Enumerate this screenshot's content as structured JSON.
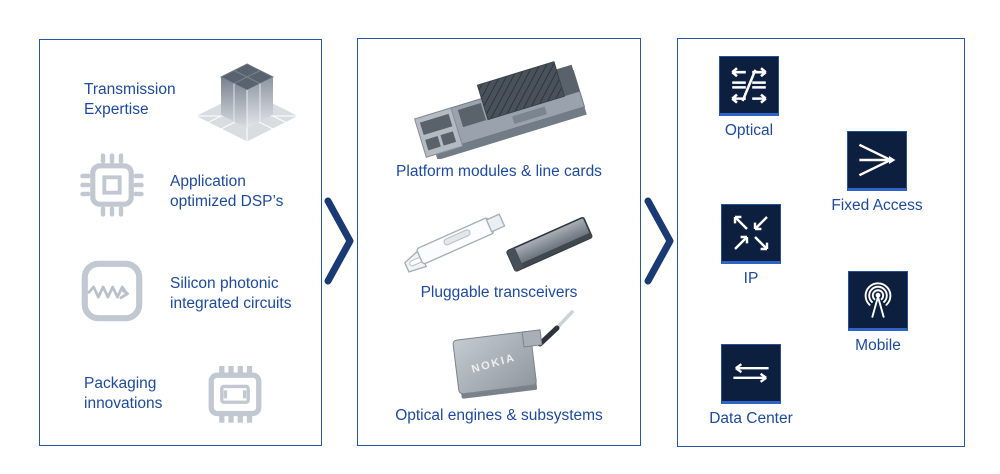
{
  "colors": {
    "panel_border": "#2457a4",
    "text_blue": "#1d4aa1",
    "tile_navy": "#0d1f3f",
    "chevron_blue": "#1a3a74",
    "icon_gray": "#c2c8d1"
  },
  "left_panel": {
    "items": [
      {
        "label": "Transmission Expertise",
        "icon": "cube-pyramid-icon"
      },
      {
        "label": "Application optimized DSP’s",
        "icon": "chip-icon"
      },
      {
        "label": "Silicon photonic integrated circuits",
        "icon": "photonic-waveguide-icon"
      },
      {
        "label": "Packaging innovations",
        "icon": "chip-package-icon"
      }
    ]
  },
  "middle_panel": {
    "items": [
      {
        "label": "Platform modules & line cards",
        "image": "line-card"
      },
      {
        "label": "Pluggable transceivers",
        "image": "pluggable-transceivers"
      },
      {
        "label": "Optical engines & subsystems",
        "image": "optical-engine",
        "engine_label": "NOKIA"
      }
    ]
  },
  "right_panel": {
    "items": [
      {
        "label": "Optical",
        "icon": "optical-switch-icon"
      },
      {
        "label": "Fixed Access",
        "icon": "fixed-access-icon"
      },
      {
        "label": "IP",
        "icon": "ip-routing-icon"
      },
      {
        "label": "Mobile",
        "icon": "mobile-antenna-icon"
      },
      {
        "label": "Data Center",
        "icon": "data-center-icon"
      }
    ]
  }
}
